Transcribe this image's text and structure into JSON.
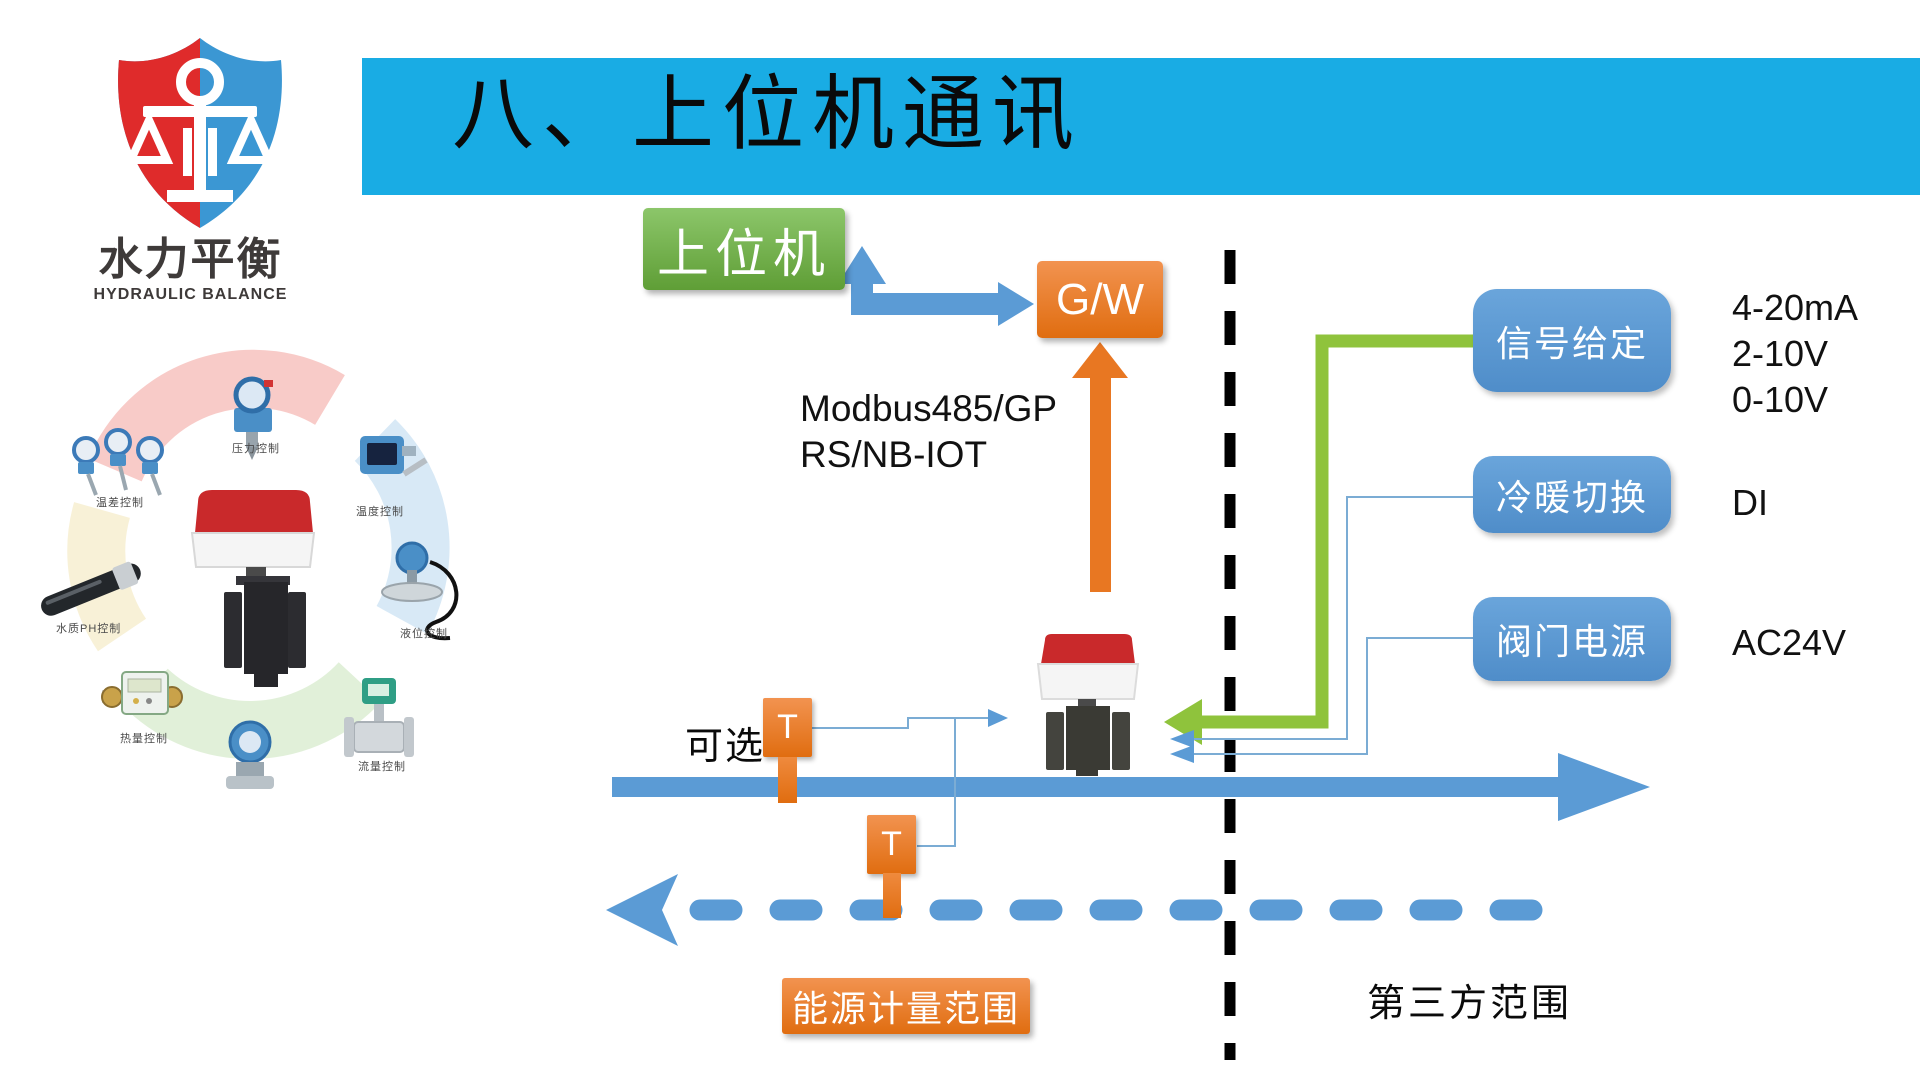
{
  "logo": {
    "name": "水力平衡",
    "subtitle": "HYDRAULIC BALANCE"
  },
  "header": {
    "title": "八、上位机通讯"
  },
  "diagram": {
    "host": "上位机",
    "gateway": "G/W",
    "protocol_lines": [
      "Modbus485/GP",
      "RS/NB-IOT"
    ],
    "optional": "可选",
    "sensor": "T",
    "outputs": [
      {
        "label": "信号给定",
        "values": [
          "4-20mA",
          "2-10V",
          "0-10V"
        ]
      },
      {
        "label": "冷暖切换",
        "values": [
          "DI"
        ]
      },
      {
        "label": "阀门电源",
        "values": [
          "AC24V"
        ]
      }
    ],
    "zone_left": "能源计量范围",
    "zone_right": "第三方范围"
  },
  "collage": {
    "labels": [
      "压力控制",
      "温度控制",
      "温差控制",
      "水质PH控制",
      "液位控制",
      "热量控制",
      "流量控制"
    ]
  },
  "colors": {
    "header_bar": "#19ace4",
    "host_green": "#6fae3f",
    "diagram_blue": "#5b9bd5",
    "accent_orange": "#ed7d31",
    "signal_green": "#8fc33c",
    "valve_red": "#c9292b",
    "logo_red": "#df2b2b",
    "logo_blue": "#3b97d3"
  }
}
